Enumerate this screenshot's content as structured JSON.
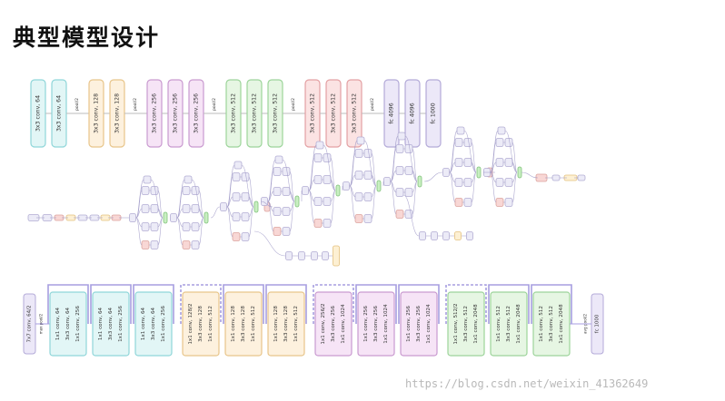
{
  "page": {
    "title": "典型模型设计",
    "watermark": "https://blog.csdn.net/weixin_41362649"
  },
  "vgg": {
    "colors": {
      "c64": {
        "fill": "#e2f6f6",
        "stroke": "#8fd6d9"
      },
      "c128": {
        "fill": "#fdf1de",
        "stroke": "#e8c58a"
      },
      "c256": {
        "fill": "#f6e4f6",
        "stroke": "#c99ad0"
      },
      "c512a": {
        "fill": "#e6f6e3",
        "stroke": "#9cd49a"
      },
      "c512b": {
        "fill": "#fbe3e3",
        "stroke": "#e3a0a3"
      },
      "fc": {
        "fill": "#ece8f8",
        "stroke": "#b3aad8"
      }
    },
    "items": [
      {
        "kind": "conv",
        "label": "3x3 conv, 64",
        "color": "c64"
      },
      {
        "kind": "conv",
        "label": "3x3 conv, 64",
        "color": "c64"
      },
      {
        "kind": "pool",
        "label": "pool/2"
      },
      {
        "kind": "conv",
        "label": "3x3 conv, 128",
        "color": "c128"
      },
      {
        "kind": "conv",
        "label": "3x3 conv, 128",
        "color": "c128"
      },
      {
        "kind": "pool",
        "label": "pool/2"
      },
      {
        "kind": "conv",
        "label": "3x3 conv, 256",
        "color": "c256"
      },
      {
        "kind": "conv",
        "label": "3x3 conv, 256",
        "color": "c256"
      },
      {
        "kind": "conv",
        "label": "3x3 conv, 256",
        "color": "c256"
      },
      {
        "kind": "pool",
        "label": "pool/2"
      },
      {
        "kind": "conv",
        "label": "3x3 conv, 512",
        "color": "c512a"
      },
      {
        "kind": "conv",
        "label": "3x3 conv, 512",
        "color": "c512a"
      },
      {
        "kind": "conv",
        "label": "3x3 conv, 512",
        "color": "c512a"
      },
      {
        "kind": "pool",
        "label": "pool/2"
      },
      {
        "kind": "conv",
        "label": "3x3 conv, 512",
        "color": "c512b"
      },
      {
        "kind": "conv",
        "label": "3x3 conv, 512",
        "color": "c512b"
      },
      {
        "kind": "conv",
        "label": "3x3 conv, 512",
        "color": "c512b"
      },
      {
        "kind": "pool",
        "label": "pool/2"
      },
      {
        "kind": "conv",
        "label": "fc 4096",
        "color": "fc"
      },
      {
        "kind": "conv",
        "label": "fc 4096",
        "color": "fc"
      },
      {
        "kind": "conv",
        "label": "fc 1000",
        "color": "fc"
      }
    ]
  },
  "inception": {
    "colors": {
      "box_fill": "#ecebf7",
      "box_stroke": "#b2add3",
      "concat_fill": "#c9efc2",
      "concat_stroke": "#7fc27a",
      "pool_fill": "#f8d7d5",
      "pool_stroke": "#dba29d",
      "norm_fill": "#fdf0d3",
      "norm_stroke": "#e4c17f",
      "edge": "#9a94c4"
    }
  },
  "resnet": {
    "colors": {
      "stem": {
        "fill": "#ece8f8",
        "stroke": "#b3aad8"
      },
      "g64": {
        "fill": "#e2f6f6",
        "stroke": "#8fd6d9"
      },
      "g128": {
        "fill": "#fdf1de",
        "stroke": "#e8c58a"
      },
      "g256": {
        "fill": "#f6e4f6",
        "stroke": "#c99ad0"
      },
      "g512": {
        "fill": "#e6f6e3",
        "stroke": "#9cd49a"
      },
      "edge": "#a79ee0"
    },
    "stem": {
      "label": "7x7 conv, 64/2",
      "pool": "max pool/2"
    },
    "groups": [
      {
        "color": "g64",
        "blocks": [
          [
            "1x1 conv, 64",
            "3x3 conv, 64",
            "1x1 conv, 256"
          ],
          [
            "1x1 conv, 64",
            "3x3 conv, 64",
            "1x1 conv, 256"
          ],
          [
            "1x1 conv, 64",
            "3x3 conv, 64",
            "1x1 conv, 256"
          ]
        ]
      },
      {
        "color": "g128",
        "blocks": [
          [
            "1x1 conv, 128/2",
            "3x3 conv, 128",
            "1x1 conv, 512"
          ],
          [
            "1x1 conv, 128",
            "3x3 conv, 128",
            "1x1 conv, 512"
          ],
          [
            "1x1 conv, 128",
            "3x3 conv, 128",
            "1x1 conv, 512"
          ]
        ]
      },
      {
        "color": "g256",
        "blocks": [
          [
            "1x1 conv, 256/2",
            "3x3 conv, 256",
            "1x1 conv, 1024"
          ],
          [
            "1x1 conv, 256",
            "3x3 conv, 256",
            "1x1 conv, 1024"
          ],
          [
            "1x1 conv, 256",
            "3x3 conv, 256",
            "1x1 conv, 1024"
          ]
        ]
      },
      {
        "color": "g512",
        "blocks": [
          [
            "1x1 conv, 512/2",
            "3x3 conv, 512",
            "1x1 conv, 2048"
          ],
          [
            "1x1 conv, 512",
            "3x3 conv, 512",
            "1x1 conv, 2048"
          ],
          [
            "1x1 conv, 512",
            "3x3 conv, 512",
            "1x1 conv, 2048"
          ]
        ]
      }
    ],
    "avg_pool": "avg pool/2",
    "fc": "fc 1000"
  }
}
